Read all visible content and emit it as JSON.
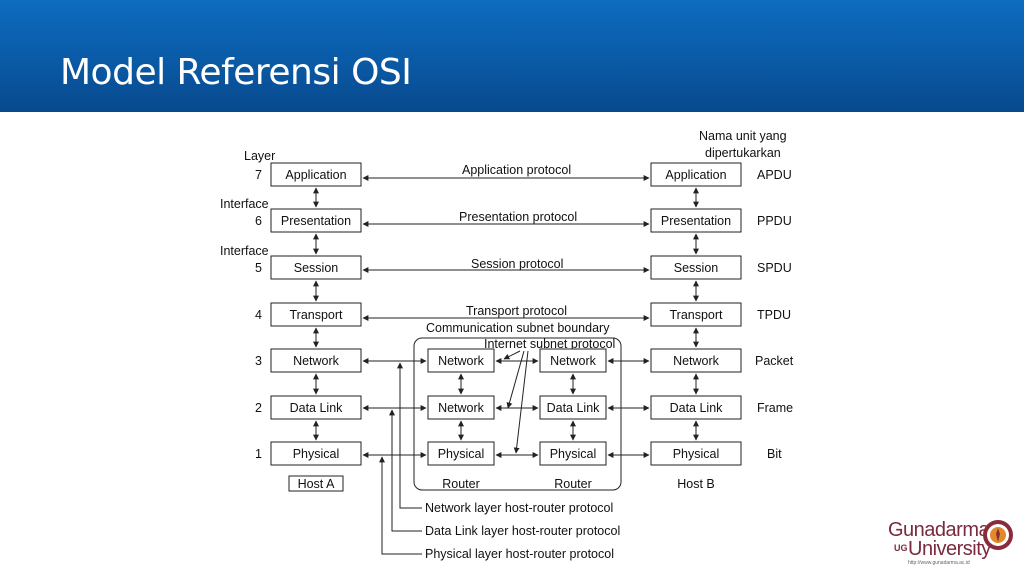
{
  "slide": {
    "title": "Model Referensi OSI"
  },
  "diagram": {
    "header_layer": "Layer",
    "header_unit": [
      "Nama unit yang",
      "dipertukarkan"
    ],
    "interface_label": "Interface",
    "layers": [
      {
        "num": "7",
        "name": "Application",
        "protocol": "Application protocol",
        "unit": "APDU"
      },
      {
        "num": "6",
        "name": "Presentation",
        "protocol": "Presentation protocol",
        "unit": "PPDU"
      },
      {
        "num": "5",
        "name": "Session",
        "protocol": "Session protocol",
        "unit": "SPDU"
      },
      {
        "num": "4",
        "name": "Transport",
        "protocol": "Transport protocol",
        "unit": "TPDU"
      },
      {
        "num": "3",
        "name": "Network",
        "unit": "Packet"
      },
      {
        "num": "2",
        "name": "Data Link",
        "unit": "Frame"
      },
      {
        "num": "1",
        "name": "Physical",
        "unit": "Bit"
      }
    ],
    "host_a": "Host A",
    "host_b": "Host B",
    "router_label": "Router",
    "router1": [
      "Network",
      "Network",
      "Physical"
    ],
    "router2": [
      "Network",
      "Data Link",
      "Physical"
    ],
    "subnet_boundary": "Communication subnet boundary",
    "internet_subnet_protocol": "Internet subnet protocol",
    "host_router_protocols": [
      "Network layer host-router protocol",
      "Data Link layer host-router protocol",
      "Physical layer host-router protocol"
    ]
  },
  "logo": {
    "line1": "Gunadarma",
    "ug": "UG",
    "line2": "University",
    "url": "http://www.gunadarma.ac.id"
  }
}
